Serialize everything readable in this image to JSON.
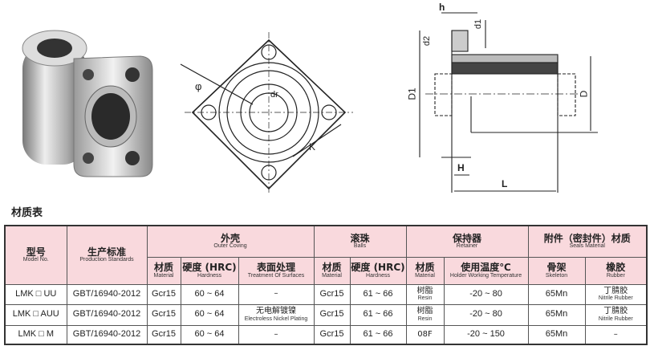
{
  "drawings": {
    "front_labels": {
      "phi": "φ",
      "dr": "dr",
      "k": "K"
    },
    "side_labels": {
      "h": "h",
      "d1": "d1",
      "d2": "d2",
      "D1": "D1",
      "D": "D",
      "H": "H",
      "L": "L"
    }
  },
  "table_title": "材质表",
  "headers": {
    "model": {
      "cn": "型号",
      "en": "Model No."
    },
    "standard": {
      "cn": "生产标准",
      "en": "Production Standards"
    },
    "outer": {
      "cn": "外壳",
      "en": "Outer Coving"
    },
    "balls": {
      "cn": "滚珠",
      "en": "Balls"
    },
    "retainer": {
      "cn": "保持器",
      "en": "Retainer"
    },
    "seals": {
      "cn": "附件（密封件）材质",
      "en": "Seals Material"
    },
    "sub": [
      {
        "cn": "材质",
        "en": "Material"
      },
      {
        "cn": "硬度 (HRC)",
        "en": "Hardness"
      },
      {
        "cn": "表面处理",
        "en": "Treatment Of Surfaces"
      },
      {
        "cn": "材质",
        "en": "Material"
      },
      {
        "cn": "硬度 (HRC)",
        "en": "Hardness"
      },
      {
        "cn": "材质",
        "en": "Material"
      },
      {
        "cn": "使用温度℃",
        "en": "Holder Working Temperature"
      },
      {
        "cn": "骨架",
        "en": "Skeleton"
      },
      {
        "cn": "橡胶",
        "en": "Rubber"
      }
    ]
  },
  "rows": [
    {
      "model": "LMK □ UU",
      "standard": "GBT/16940-2012",
      "outer_material": "Gcr15",
      "outer_hardness": "60 ~ 64",
      "treatment_cn": "–",
      "treatment_en": "",
      "ball_material": "Gcr15",
      "ball_hardness": "61 ~ 66",
      "ret_material_cn": "树脂",
      "ret_material_en": "Resin",
      "temp": "-20 ~ 80",
      "skeleton": "65Mn",
      "rubber_cn": "丁腈胶",
      "rubber_en": "Nitrile Rubber"
    },
    {
      "model": "LMK □ AUU",
      "standard": "GBT/16940-2012",
      "outer_material": "Gcr15",
      "outer_hardness": "60 ~ 64",
      "treatment_cn": "无电解镀镍",
      "treatment_en": "Electroless Nickel Plating",
      "ball_material": "Gcr15",
      "ball_hardness": "61 ~ 66",
      "ret_material_cn": "树脂",
      "ret_material_en": "Resin",
      "temp": "-20 ~ 80",
      "skeleton": "65Mn",
      "rubber_cn": "丁腈胶",
      "rubber_en": "Nitrile Rubber"
    },
    {
      "model": "LMK □ M",
      "standard": "GBT/16940-2012",
      "outer_material": "Gcr15",
      "outer_hardness": "60 ~ 64",
      "treatment_cn": "–",
      "treatment_en": "",
      "ball_material": "Gcr15",
      "ball_hardness": "61 ~ 66",
      "ret_material_cn": "08F",
      "ret_material_en": "",
      "temp": "-20 ~ 150",
      "skeleton": "65Mn",
      "rubber_cn": "–",
      "rubber_en": ""
    }
  ]
}
